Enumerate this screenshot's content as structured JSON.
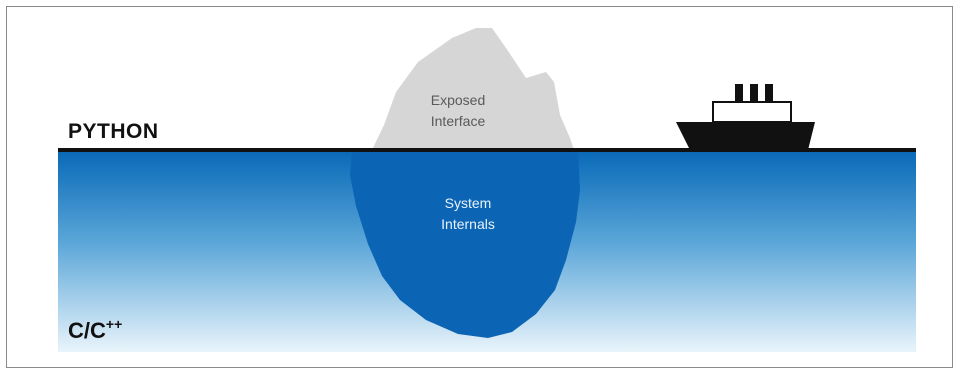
{
  "layers": {
    "top_label": "PYTHON",
    "bottom_label_main": "C/C",
    "bottom_label_sup": "++"
  },
  "iceberg": {
    "above_line1": "Exposed",
    "above_line2": "Interface",
    "below_line1": "System",
    "below_line2": "Internals"
  },
  "colors": {
    "water_top": "#0a6ab8",
    "water_bottom": "#e6f2fa",
    "iceberg_above": "#d6d6d6",
    "iceberg_below": "#0b64b4",
    "ship": "#111111",
    "waterline": "#111111"
  }
}
